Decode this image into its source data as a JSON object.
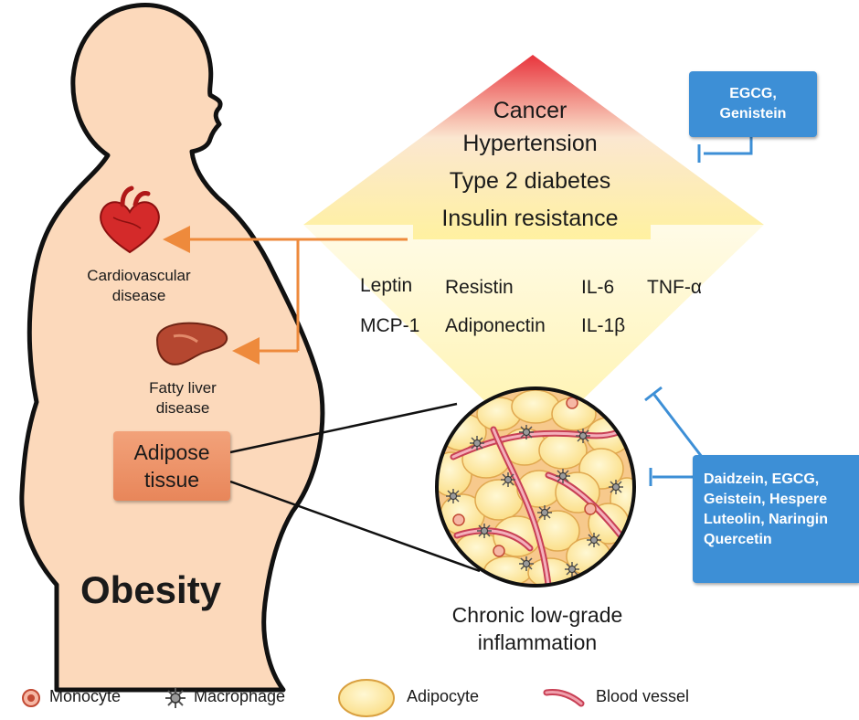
{
  "diseases": [
    "Cancer",
    "Hypertension",
    "Type 2 diabetes",
    "Insulin resistance"
  ],
  "cytokines": {
    "row1": [
      "Leptin",
      "Resistin",
      "IL-6",
      "TNF-α"
    ],
    "row2": [
      "MCP-1",
      "Adiponectin",
      "IL-1β"
    ]
  },
  "organs": {
    "heart": [
      "Cardiovascular",
      "disease"
    ],
    "liver": [
      "Fatty liver",
      "disease"
    ]
  },
  "adipose_label": [
    "Adipose",
    "tissue"
  ],
  "obesity_label": "Obesity",
  "inflammation_label": [
    "Chronic low-grade",
    "inflammation"
  ],
  "inhibitors_top": [
    "EGCG,",
    "Genistein"
  ],
  "inhibitors_side": [
    "Daidzein, EGCG,",
    "Geistein, Hespere",
    "Luteolin, Naringin",
    "Quercetin"
  ],
  "legend": [
    "Monocyte",
    "Macrophage",
    "Adipocyte",
    "Blood vessel"
  ],
  "colors": {
    "arrow_top": "#e8343c",
    "arrow_bottom": "#fff4a8",
    "body_fill": "#fcd9bb",
    "orange_line": "#ee8a3c",
    "blue_box": "#3d8fd6",
    "adipose_box": "#ec8b5e"
  },
  "icons": [
    "heart-icon",
    "liver-icon",
    "monocyte-icon",
    "macrophage-icon",
    "adipocyte-icon",
    "blood-vessel-icon"
  ]
}
